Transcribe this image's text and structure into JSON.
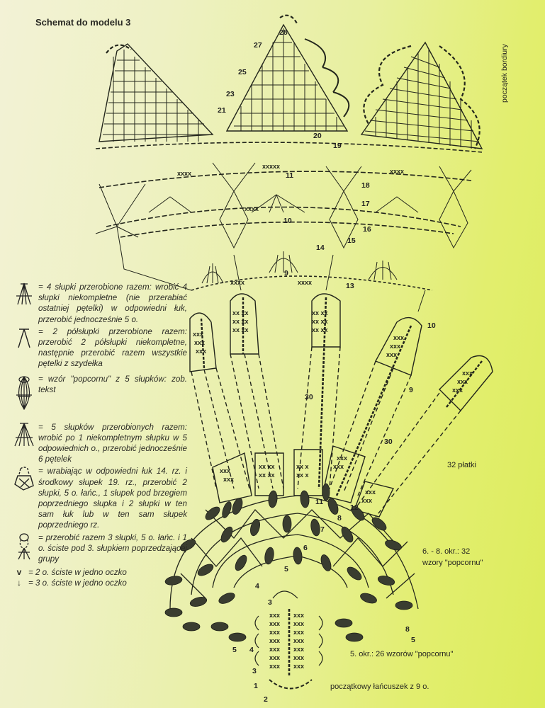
{
  "title": "Schemat do modelu 3",
  "legend": [
    {
      "symbol": "4-trebles-together-icon",
      "text": "= 4 słupki przerobione razem: wrobić 4 słupki niekompletne (nie przerabiać ostatniej pętelki) w odpowiedni łuk, przerobić jednocześnie 5 o."
    },
    {
      "symbol": "2-half-trebles-together-icon",
      "text": "= 2 półsłupki przerobione razem: przerobić 2 półsłupki niekompletne, następnie przerobić razem wszystkie pętelki z szydełka"
    },
    {
      "symbol": "popcorn-icon",
      "text": "= wzór \"popcornu\" z 5 słupków: zob. tekst"
    },
    {
      "symbol": "5-trebles-together-icon",
      "text": "= 5 słupków przerobionych razem: wrobić po 1 niekompletnym słupku w 5 odpowiednich o., przerobić jednocześnie 6 pętelek"
    },
    {
      "symbol": "join-group-icon",
      "text": "= wrabiając w odpowiedni łuk 14. rz. i środkowy słupek 19. rz., przerobić 2 słupki, 5 o. łańc., 1 słupek pod brzegiem poprzedniego słupka i 2 słupki w ten sam łuk lub w ten sam słupek poprzedniego rz."
    },
    {
      "symbol": "3-trebles-picot-icon",
      "text": "= przerobić razem 3 słupki, 5 o. łańc. i 1 o. ściste pod 3. słupkiem poprzedzającej grupy"
    }
  ],
  "legend_small": [
    {
      "symbol": "v",
      "text": "= 2 o. ściste w jedno oczko"
    },
    {
      "symbol": "↓",
      "text": "= 3 o. ściste w jedno oczko"
    }
  ],
  "annotations": {
    "border_start": "początek bordiury",
    "petals": "32 płatki",
    "rounds_6_8": "6. - 8. okr.: 32",
    "rounds_6_8_b": "wzory \"popcornu\"",
    "round_5": "5. okr.: 26 wzorów \"popcornu\"",
    "starting_chain": "początkowy łańcuszek z 9 o."
  },
  "row_numbers": {
    "r28": "28",
    "r27": "27",
    "r25": "25",
    "r23": "23",
    "r21": "21",
    "r20": "20",
    "r19": "19",
    "r18": "18",
    "r17": "17",
    "r16": "16",
    "r15": "15",
    "r14": "14",
    "r13": "13",
    "r11": "11",
    "r10": "10",
    "r9": "9",
    "p10": "10",
    "p9": "9",
    "p30a": "30",
    "p30b": "30",
    "c11": "11",
    "c12": "12",
    "c8a": "8",
    "c7": "7",
    "c6": "6",
    "c5": "5",
    "c4": "4",
    "c3": "3",
    "c3b": "3",
    "c1": "1",
    "c2": "2",
    "c5b": "5",
    "c4b": "4",
    "c8b": "8",
    "c5c": "5"
  },
  "colors": {
    "ink": "#23261c",
    "bg_left": "#f3f2d6",
    "bg_right": "#dcec5a"
  }
}
